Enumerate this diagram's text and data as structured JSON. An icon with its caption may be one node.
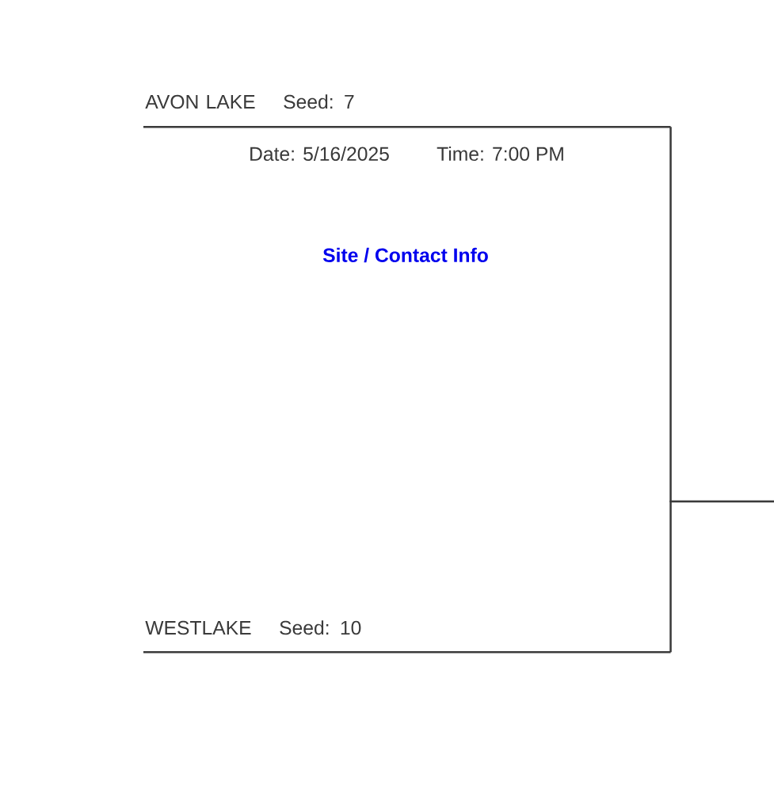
{
  "diagram": {
    "nodes": [
      {
        "text": [
          "AVON LAKE",
          "Seed: 7"
        ]
      },
      {
        "text": [
          "WESTLAKE",
          "Seed: 10"
        ]
      }
    ],
    "edges": [
      {
        "from": 0,
        "to": null,
        "arrow": "none"
      },
      {
        "from": 1,
        "to": null,
        "arrow": "none"
      }
    ],
    "labels": [
      "Date: 5/16/2025",
      "Time: 7:00 PM",
      "Site / Contact Info"
    ]
  }
}
